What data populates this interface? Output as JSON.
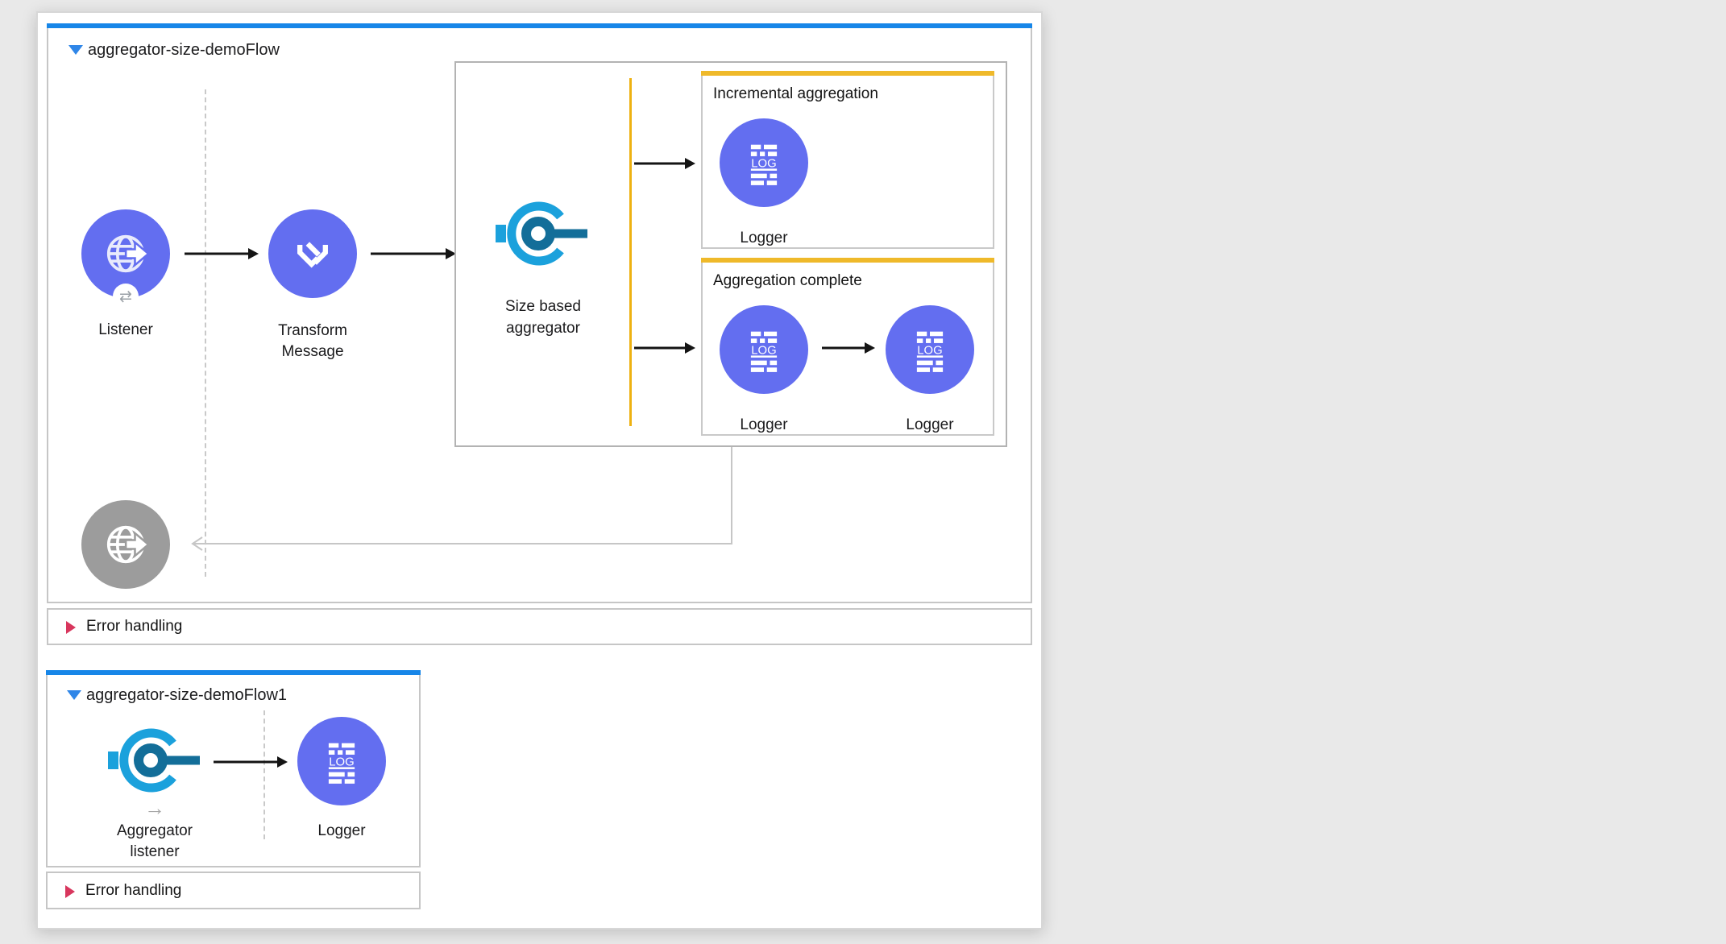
{
  "surface": {
    "kind": "mule-flow-canvas"
  },
  "palette": {
    "page_bg": "#e9e9e9",
    "canvas_bg": "#ffffff",
    "flow_accent_blue": "#1786e8",
    "collapse_triangle_blue": "#2f86e8",
    "scope_accent_yellow": "#eeb111",
    "node_purple": "#636ef0",
    "node_gray": "#9c9c9c",
    "aggregator_cyan": "#1ba1dc",
    "aggregator_deep_blue": "#136e99",
    "error_red": "#d8365d"
  },
  "logger_icon_text": "LOG",
  "flows": [
    {
      "title": "aggregator-size-demoFlow",
      "error_handling": "Error handling",
      "listener_label": "Listener",
      "transform_line1": "Transform",
      "transform_line2": "Message",
      "aggregator_line1": "Size based",
      "aggregator_line2": "aggregator",
      "scopes": [
        {
          "title": "Incremental aggregation",
          "loggers": [
            "Logger"
          ]
        },
        {
          "title": "Aggregation complete",
          "loggers": [
            "Logger",
            "Logger"
          ]
        }
      ]
    },
    {
      "title": "aggregator-size-demoFlow1",
      "error_handling": "Error handling",
      "aggregator_listener_line1": "Aggregator",
      "aggregator_listener_line2": "listener",
      "logger_label": "Logger"
    }
  ],
  "icons": {
    "listener": "globe-arrow-icon",
    "listener_badge": "sync-icon",
    "transform": "dataweave-icon",
    "aggregator": "aggregator-icon",
    "logger": "log-icon",
    "ghost_listener": "globe-arrow-gray-icon",
    "error_marker": "error-triangle-icon",
    "flow_collapse": "collapse-triangle-icon",
    "aggregator_listener_badge": "arrow-right-icon"
  }
}
